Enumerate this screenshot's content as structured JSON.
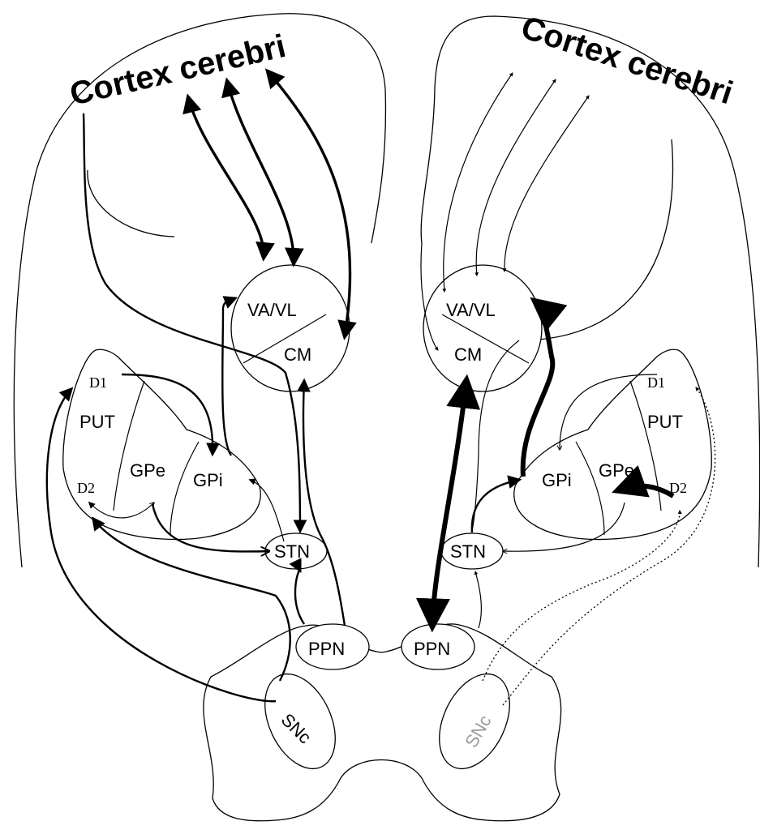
{
  "left": {
    "cortex_label": "Cortex cerebri",
    "thalamus_top": "VA/VL",
    "thalamus_bottom": "CM",
    "d1": "D1",
    "put": "PUT",
    "d2": "D2",
    "gpe": "GPe",
    "gpi": "GPi",
    "stn": "STN",
    "ppn": "PPN",
    "snc": "SNc"
  },
  "right": {
    "cortex_label": "Cortex cerebri",
    "thalamus_top": "VA/VL",
    "thalamus_bottom": "CM",
    "d1": "D1",
    "put": "PUT",
    "d2": "D2",
    "gpe": "GPe",
    "gpi": "GPi",
    "stn": "STN",
    "ppn": "PPN",
    "snc": "SNc"
  },
  "colors": {
    "ink": "#000000",
    "snc_right_label": "#9a9a9a"
  }
}
